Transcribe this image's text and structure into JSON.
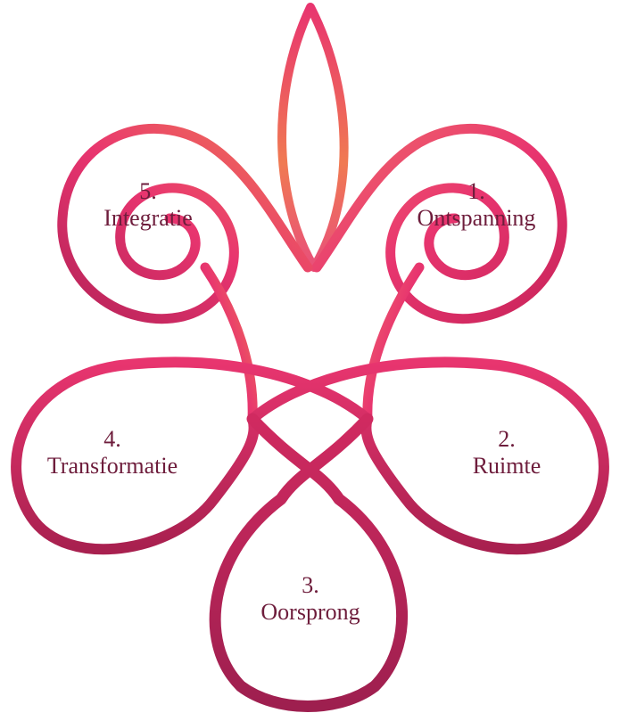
{
  "colors": {
    "text": "#6e1d3c",
    "stroke_orange": "#f07a52",
    "stroke_pink": "#e8356f",
    "stroke_magenta": "#c8245a",
    "stroke_plum": "#9e1f4f"
  },
  "steps": [
    {
      "number": "1.",
      "name": "Ontspanning"
    },
    {
      "number": "2.",
      "name": "Ruimte"
    },
    {
      "number": "3.",
      "name": "Oorsprong"
    },
    {
      "number": "4.",
      "name": "Transformatie"
    },
    {
      "number": "5.",
      "name": "Integratie"
    }
  ]
}
